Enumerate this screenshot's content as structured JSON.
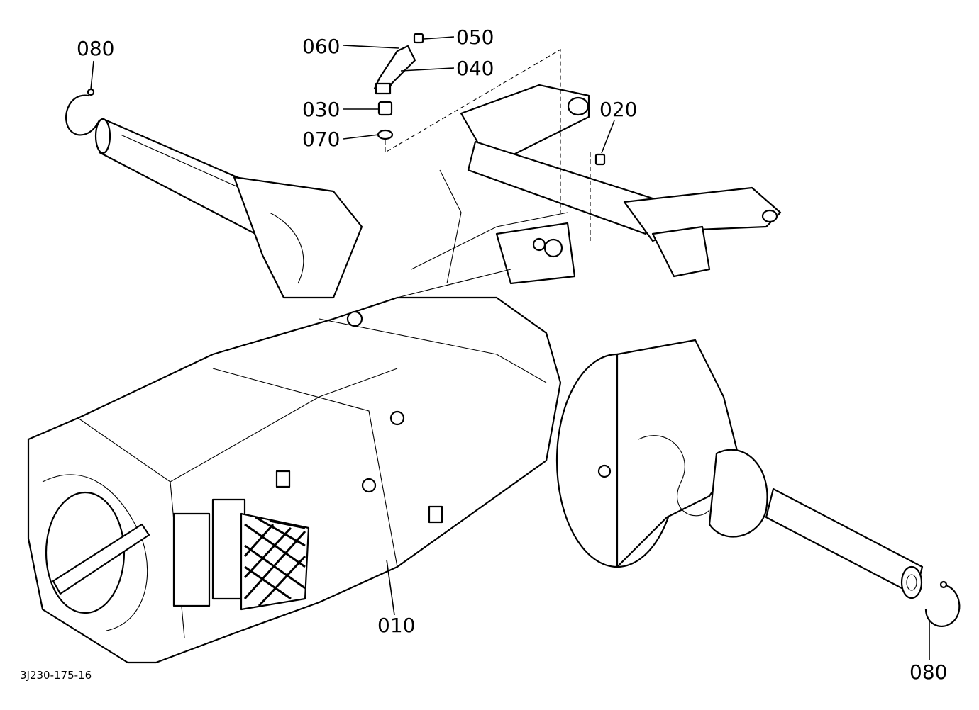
{
  "diagram": {
    "callouts": [
      {
        "id": "c080a",
        "label": "080"
      },
      {
        "id": "c060",
        "label": "060"
      },
      {
        "id": "c050",
        "label": "050"
      },
      {
        "id": "c040",
        "label": "040"
      },
      {
        "id": "c030",
        "label": "030"
      },
      {
        "id": "c070",
        "label": "070"
      },
      {
        "id": "c020",
        "label": "020"
      },
      {
        "id": "c010",
        "label": "010"
      },
      {
        "id": "c080b",
        "label": "080"
      }
    ],
    "drawing_code": "3J230-175-16"
  }
}
